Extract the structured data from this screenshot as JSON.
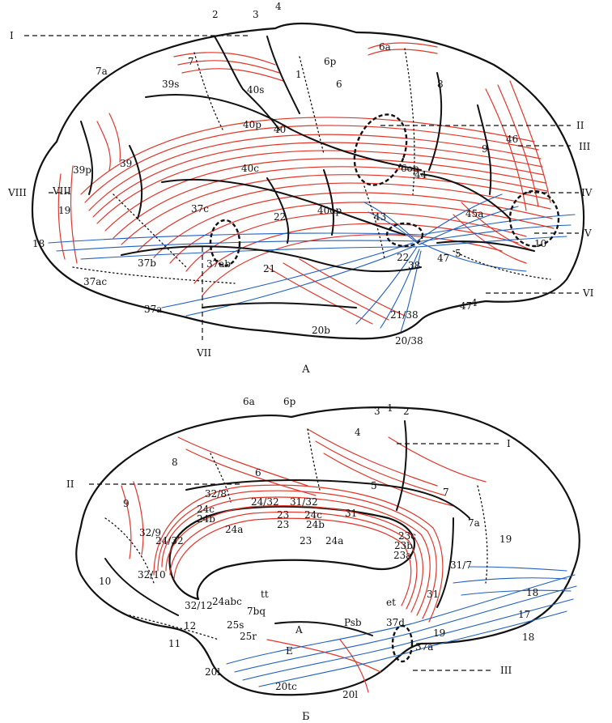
{
  "colors": {
    "fiber_a": "#e2362a",
    "fiber_b": "#1f5fbf",
    "line": "#111111"
  },
  "panel_a": {
    "caption": "А",
    "roman": [
      "I",
      "II",
      "III",
      "IV",
      "V",
      "VI",
      "VII",
      "VIII"
    ],
    "labels": [
      "2",
      "3",
      "4",
      "6a",
      "7",
      "6p",
      "1",
      "7a",
      "39s",
      "40s",
      "6",
      "8",
      "40p",
      "40",
      "46",
      "39",
      "9",
      "39p",
      "40c",
      "6op",
      "44",
      "VIII",
      "19",
      "37c",
      "40op",
      "45a",
      "22",
      "43",
      "18",
      "22",
      "47",
      "10",
      "37b",
      "37ab",
      "21",
      "38",
      "37ac",
      "37a",
      "47",
      "21/38",
      "20b",
      "20/38"
    ],
    "superscripts": [
      "5",
      "4"
    ]
  },
  "panel_b": {
    "caption": "Б",
    "roman": [
      "I",
      "II",
      "III"
    ],
    "labels": [
      "6a",
      "6p",
      "3",
      "1",
      "2",
      "4",
      "8",
      "6",
      "32/8",
      "5",
      "7",
      "24/32",
      "31/32",
      "24c",
      "24b",
      "23",
      "24c",
      "24a",
      "23",
      "24b",
      "31",
      "9",
      "32/9",
      "23",
      "24a",
      "23c",
      "23b",
      "23a",
      "7a",
      "19",
      "24/32",
      "10",
      "32/10",
      "31/7",
      "tt",
      "32/12",
      "24abc",
      "7bq",
      "et",
      "31",
      "18",
      "12",
      "25s",
      "Psb",
      "37d",
      "17",
      "11",
      "25r",
      "A",
      "E",
      "19",
      "37a",
      "18",
      "20l",
      "20tc",
      "20l"
    ]
  }
}
